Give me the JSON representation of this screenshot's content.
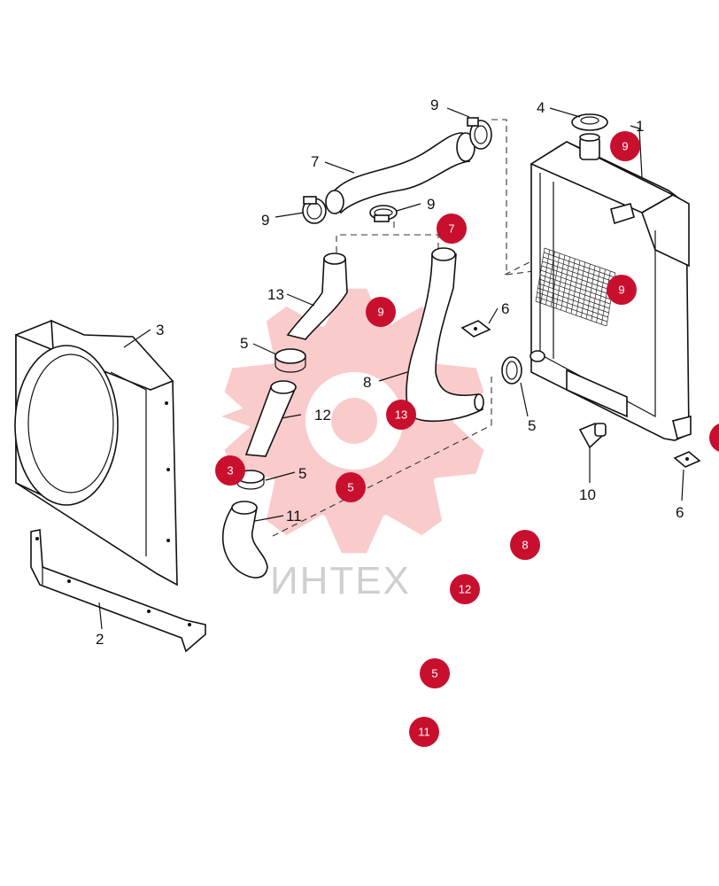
{
  "watermark": {
    "text": "ИНТЕХ",
    "color": "#f04848"
  },
  "accent_color": "#c8102e",
  "callouts": [
    "1",
    "2",
    "3",
    "4",
    "5",
    "5",
    "5",
    "6",
    "6",
    "7",
    "8",
    "9",
    "9",
    "9",
    "9",
    "10",
    "11",
    "12",
    "13"
  ],
  "badges": [
    "9",
    "9",
    "9",
    "7",
    "3",
    "5",
    "13",
    "8",
    "12",
    "5",
    "11"
  ],
  "edge_badge": ""
}
